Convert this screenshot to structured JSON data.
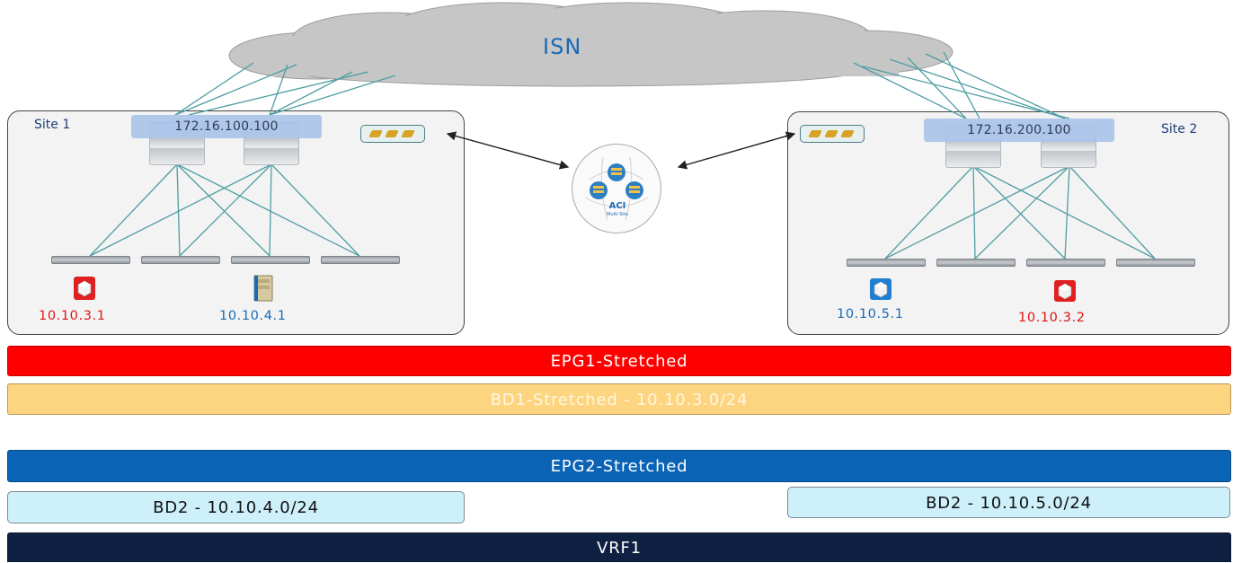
{
  "isn": {
    "label": "ISN"
  },
  "site1": {
    "label": "Site 1",
    "anycast_ip": "172.16.100.100",
    "endpoints": [
      {
        "ip": "10.10.3.1",
        "color": "#e11515"
      },
      {
        "ip": "10.10.4.1",
        "color": "#1a6ab6"
      }
    ]
  },
  "site2": {
    "label": "Site 2",
    "anycast_ip": "172.16.200.100",
    "endpoints": [
      {
        "ip": "10.10.5.1",
        "color": "#1a6ab6"
      },
      {
        "ip": "10.10.3.2",
        "color": "#e11515"
      }
    ]
  },
  "orchestrator": {
    "title": "ACI",
    "subtitle": "Multi-Site"
  },
  "bars": {
    "epg1": "EPG1-Stretched",
    "bd1": "BD1-Stretched - 10.10.3.0/24",
    "epg2": "EPG2-Stretched",
    "bd2_site1": "BD2 - 10.10.4.0/24",
    "bd2_site2": "BD2 - 10.10.5.0/24",
    "vrf": "VRF1"
  },
  "colors": {
    "epg1": "#ff0000",
    "bd1": "#fdd47f",
    "epg2": "#0a63b5",
    "bd2": "#cdf0fb",
    "vrf": "#0f2142",
    "link": "#4e9ea3",
    "cloud": "#c6c6c6"
  }
}
